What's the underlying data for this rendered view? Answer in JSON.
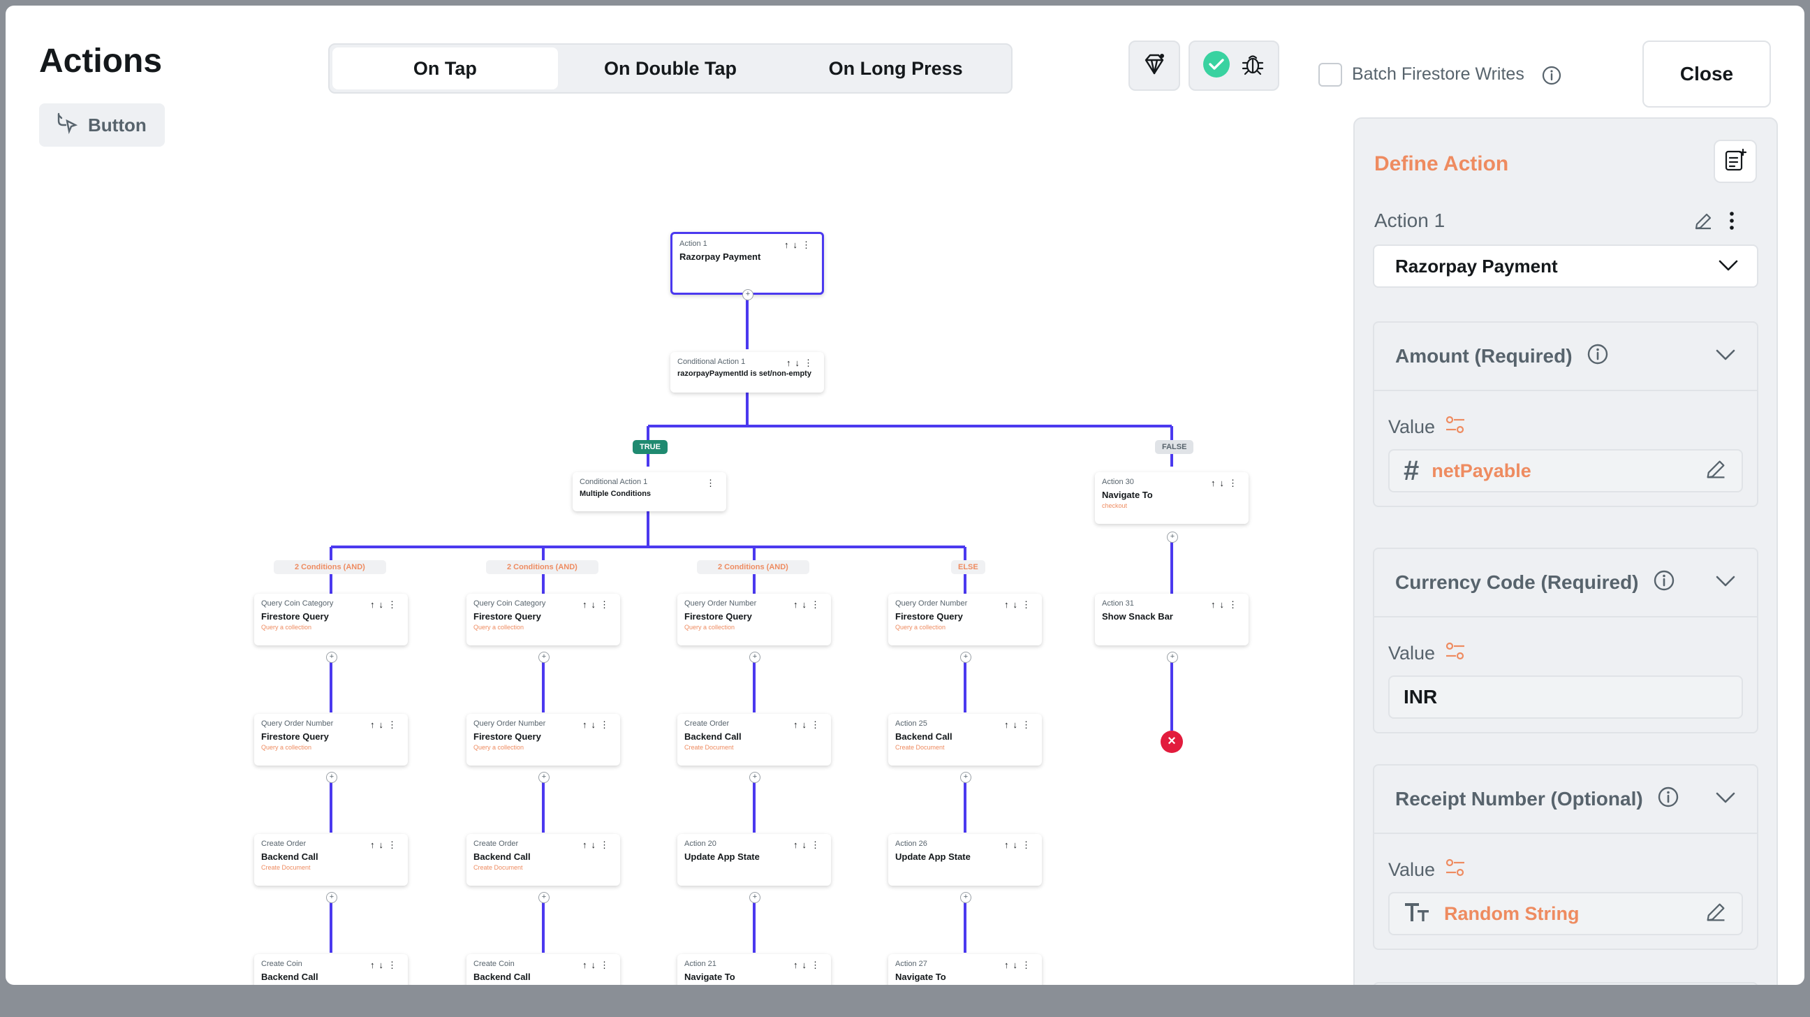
{
  "header": {
    "title": "Actions",
    "widget_label": "Button",
    "tabs": [
      "On Tap",
      "On Double Tap",
      "On Long Press"
    ],
    "batch_label": "Batch Firestore Writes",
    "close_label": "Close"
  },
  "flow": {
    "root": {
      "sub": "Action 1",
      "main": "Razorpay Payment"
    },
    "cond1": {
      "sub": "Conditional Action 1",
      "main": "razorpayPaymentId is set/non-empty"
    },
    "true_label": "TRUE",
    "false_label": "FALSE",
    "cond2": {
      "sub": "Conditional Action 1",
      "main": "Multiple Conditions"
    },
    "branch_labels": [
      "2 Conditions (AND)",
      "2 Conditions (AND)",
      "2 Conditions (AND)",
      "ELSE"
    ],
    "false_nodes": [
      {
        "sub": "Action 30",
        "main": "Navigate To",
        "desc": "checkout"
      },
      {
        "sub": "Action 31",
        "main": "Show Snack Bar",
        "desc": ""
      }
    ],
    "columns": [
      [
        {
          "sub": "Query Coin Category",
          "main": "Firestore Query",
          "desc": "Query a collection"
        },
        {
          "sub": "Query Order Number",
          "main": "Firestore Query",
          "desc": "Query a collection"
        },
        {
          "sub": "Create Order",
          "main": "Backend Call",
          "desc": "Create Document"
        },
        {
          "sub": "Create Coin",
          "main": "Backend Call",
          "desc": ""
        }
      ],
      [
        {
          "sub": "Query Coin Category",
          "main": "Firestore Query",
          "desc": "Query a collection"
        },
        {
          "sub": "Query Order Number",
          "main": "Firestore Query",
          "desc": "Query a collection"
        },
        {
          "sub": "Create Order",
          "main": "Backend Call",
          "desc": "Create Document"
        },
        {
          "sub": "Create Coin",
          "main": "Backend Call",
          "desc": ""
        }
      ],
      [
        {
          "sub": "Query Order Number",
          "main": "Firestore Query",
          "desc": "Query a collection"
        },
        {
          "sub": "Create Order",
          "main": "Backend Call",
          "desc": "Create Document"
        },
        {
          "sub": "Action 20",
          "main": "Update App State",
          "desc": ""
        },
        {
          "sub": "Action 21",
          "main": "Navigate To",
          "desc": ""
        }
      ],
      [
        {
          "sub": "Query Order Number",
          "main": "Firestore Query",
          "desc": "Query a collection"
        },
        {
          "sub": "Action 25",
          "main": "Backend Call",
          "desc": "Create Document"
        },
        {
          "sub": "Action 26",
          "main": "Update App State",
          "desc": ""
        },
        {
          "sub": "Action 27",
          "main": "Navigate To",
          "desc": ""
        }
      ]
    ]
  },
  "panel": {
    "title": "Define Action",
    "action_label": "Action 1",
    "selected_action": "Razorpay Payment",
    "sections": [
      {
        "label": "Amount (Required)",
        "value_label": "Value",
        "value": "netPayable",
        "type_icon": "number-icon"
      },
      {
        "label": "Currency Code (Required)",
        "value_label": "Value",
        "value": "INR",
        "type_icon": ""
      },
      {
        "label": "Receipt Number (Optional)",
        "value_label": "Value",
        "value": "Random String",
        "type_icon": "text-type-icon"
      }
    ]
  },
  "colors": {
    "accent": "#4b39ef",
    "orange": "#ee8b60",
    "true_green": "#1f8a70",
    "check_green": "#39d2a0",
    "error_red": "#e21c3d"
  }
}
